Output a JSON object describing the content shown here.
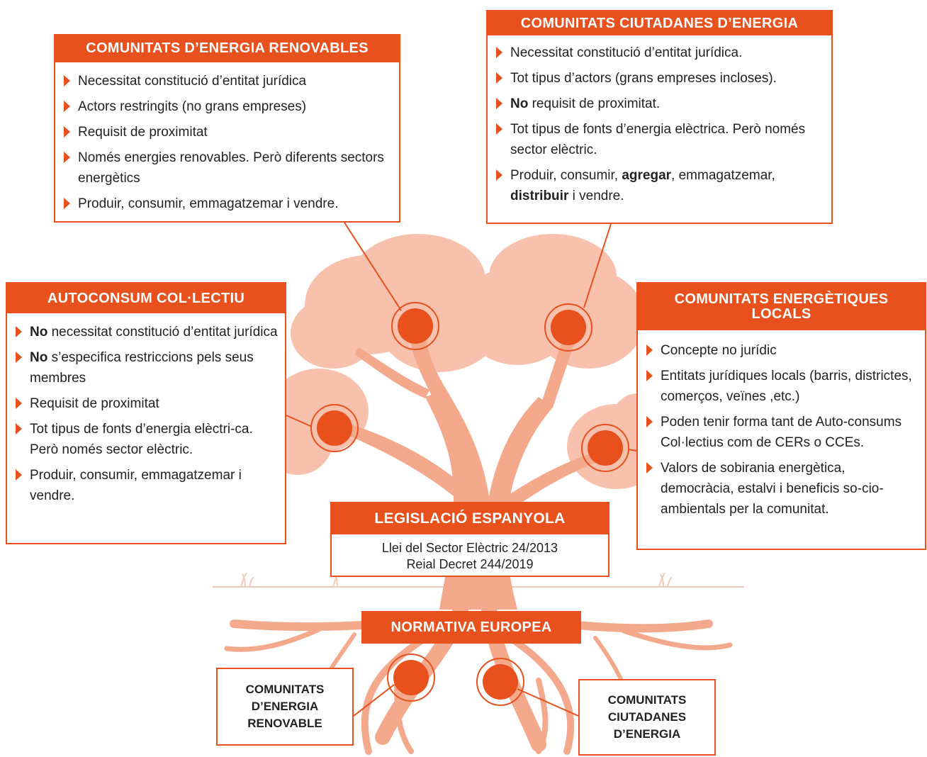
{
  "colors": {
    "accent": "#e8501e",
    "tree": "#f7b8a2",
    "trunk": "#f2a287"
  },
  "renovables": {
    "title": "COMUNITATS D’ENERGIA RENOVABLES",
    "items": [
      "Necessitat constitució d’entitat jurídica",
      "Actors restringits (no grans empreses)",
      "Requisit de proximitat",
      "Només energies renovables. Però diferents sectors energètics",
      "Produir, consumir, emmagatzemar i vendre."
    ]
  },
  "ciutadanes": {
    "title": "COMUNITATS CIUTADANES D’ENERGIA",
    "items": [
      {
        "text": "Necessitat constitució d’entitat jurídica."
      },
      {
        "text": "Tot tipus d’actors (grans empreses incloses)."
      },
      {
        "bold": "No",
        "text": " requisit de proximitat."
      },
      {
        "text": "Tot tipus de fonts d’energia elèctrica. Però només sector elèctric."
      },
      {
        "pre": "Produir, consumir, ",
        "bold1": "agregar",
        "mid": ", emmagatzemar, ",
        "bold2": "distribuir",
        "post": " i vendre."
      }
    ]
  },
  "autoconsum": {
    "title": "AUTOCONSUM COL·LECTIU",
    "items": [
      {
        "bold": "No",
        "text": " necessitat constitució d’entitat jurídica"
      },
      {
        "bold": "No",
        "text": " s’especifica restriccions pels seus membres"
      },
      {
        "text": "Requisit de proximitat"
      },
      {
        "text": "Tot tipus de fonts d’energia elèctri-ca. Però només sector elèctric."
      },
      {
        "text": "Produir, consumir, emmagatzemar i vendre."
      }
    ]
  },
  "locals": {
    "title": "COMUNITATS ENERGÈTIQUES LOCALS",
    "items": [
      "Concepte no jurídic",
      "Entitats jurídiques locals (barris, districtes, comerços, veïnes ,etc.)",
      "Poden tenir forma tant de Auto-consums Col·lectius com de CERs o CCEs.",
      "Valors de sobirania energètica, democràcia, estalvi i beneficis so-cio-ambientals per la comunitat."
    ]
  },
  "legislacio": {
    "title": "LEGISLACIÓ ESPANYOLA",
    "laws": [
      "Llei del Sector Elèctric 24/2013",
      "Reial Decret 244/2019"
    ]
  },
  "europea": {
    "title": "NORMATIVA EUROPEA"
  },
  "roots": {
    "left": "COMUNITATS\nD’ENERGIA\nRENOVABLE",
    "right": "COMUNITATS\nCIUTADANES\nD’ENERGIA"
  }
}
